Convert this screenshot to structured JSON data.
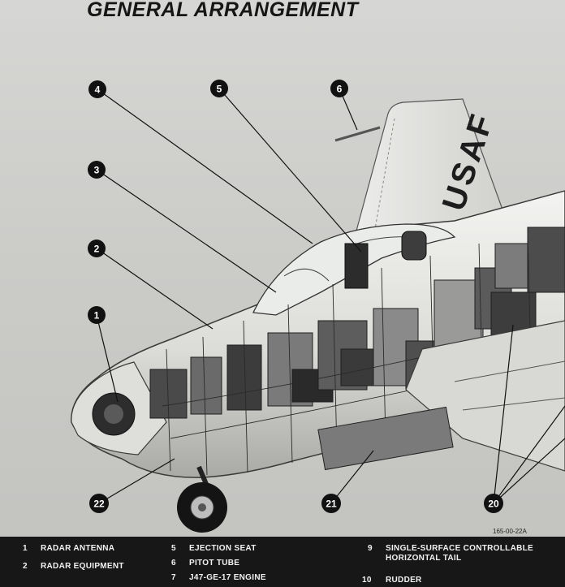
{
  "title": "GENERAL ARRANGEMENT",
  "tail_marking": "USAF",
  "figure_number": "165-00-22A",
  "callouts": [
    "1",
    "2",
    "3",
    "4",
    "5",
    "6",
    "20",
    "21",
    "22"
  ],
  "legend": [
    {
      "number": "1",
      "label": "RADAR ANTENNA"
    },
    {
      "number": "2",
      "label": "RADAR EQUIPMENT"
    },
    {
      "number": "5",
      "label": "EJECTION SEAT"
    },
    {
      "number": "6",
      "label": "PITOT TUBE"
    },
    {
      "number": "7",
      "label": "J47-GE-17 ENGINE"
    },
    {
      "number": "9",
      "label": "SINGLE-SURFACE CONTROLLABLE HORIZONTAL TAIL"
    },
    {
      "number": "10",
      "label": "RUDDER"
    }
  ],
  "colors": {
    "background": "#cfcfcd",
    "legend_bar": "#171717",
    "callout_fill": "#111111"
  }
}
